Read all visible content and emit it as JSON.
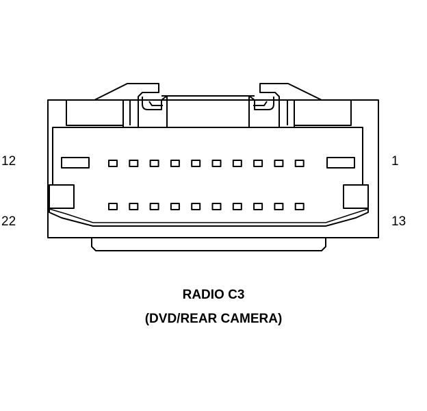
{
  "connector": {
    "title": "RADIO C3",
    "subtitle": "(DVD/REAR CAMERA)",
    "pin_labels": {
      "top_left": "12",
      "top_right": "1",
      "bottom_left": "22",
      "bottom_right": "13"
    },
    "top_row_cavities": 10,
    "bottom_row_cavities": 10
  },
  "colors": {
    "line": "#000000",
    "background": "#ffffff"
  }
}
